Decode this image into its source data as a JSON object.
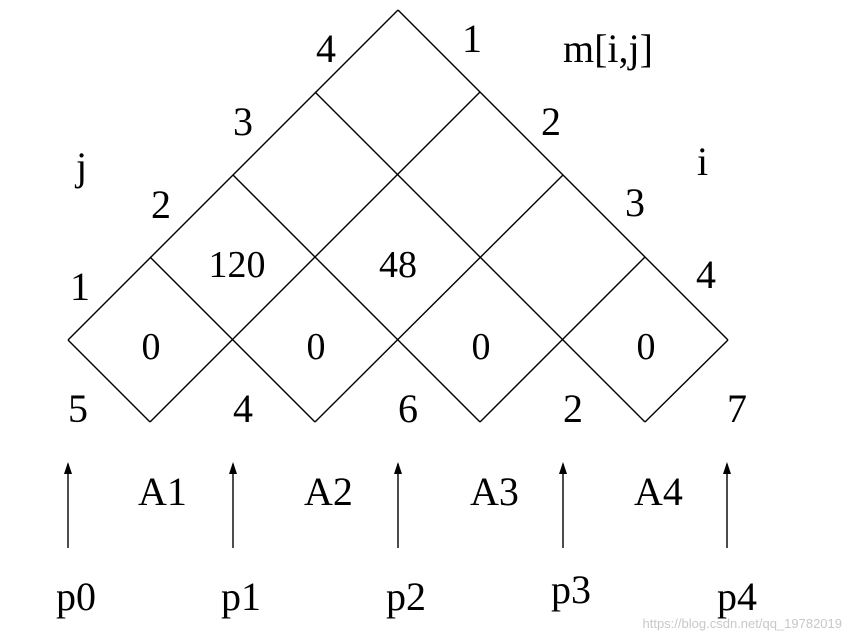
{
  "matrix_label": "m[i,j]",
  "j_label": "j",
  "i_label": "i",
  "j_indices": [
    "1",
    "2",
    "3",
    "4"
  ],
  "i_indices": [
    "1",
    "2",
    "3",
    "4"
  ],
  "cells": {
    "m11": "0",
    "m22": "0",
    "m33": "0",
    "m44": "0",
    "m12": "120",
    "m23": "48",
    "m34": "",
    "m13": "",
    "m24": "",
    "m14": ""
  },
  "dimensions": [
    "5",
    "4",
    "6",
    "2",
    "7"
  ],
  "matrices": [
    "A1",
    "A2",
    "A3",
    "A4"
  ],
  "p_labels": [
    "p0",
    "p1",
    "p2",
    "p3",
    "p4"
  ],
  "watermark": "https://blog.csdn.net/qq_19782019"
}
